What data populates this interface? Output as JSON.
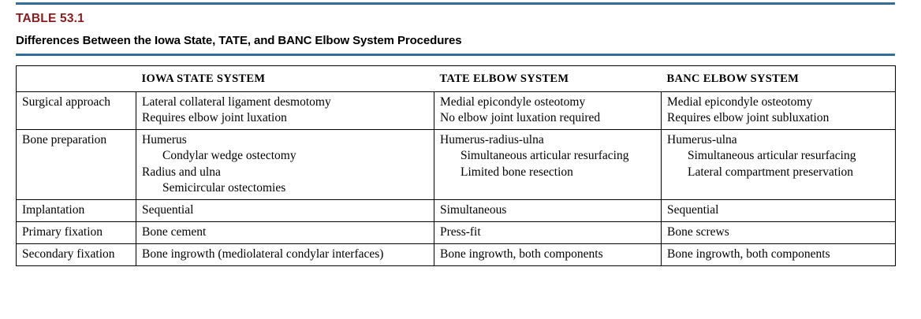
{
  "title": {
    "number": "TABLE 53.1",
    "caption": "Differences Between the Iowa State, TATE, and BANC Elbow System Procedures",
    "rule_color": "#336e99",
    "number_color": "#8e1b1b"
  },
  "table": {
    "headers": {
      "blank": "",
      "iowa": "IOWA STATE SYSTEM",
      "tate": "TATE ELBOW SYSTEM",
      "banc": "BANC ELBOW SYSTEM"
    },
    "rows": [
      {
        "label": "Surgical approach",
        "iowa": [
          "Lateral collateral ligament desmotomy",
          "Requires elbow joint luxation"
        ],
        "iowa_indent": [
          false,
          false
        ],
        "tate": [
          "Medial epicondyle osteotomy",
          "No elbow joint luxation required"
        ],
        "tate_indent": [
          false,
          false
        ],
        "banc": [
          "Medial epicondyle osteotomy",
          "Requires elbow joint subluxation"
        ],
        "banc_indent": [
          false,
          false
        ]
      },
      {
        "label": "Bone preparation",
        "iowa": [
          "Humerus",
          "Condylar wedge ostectomy",
          "Radius and ulna",
          "Semicircular ostectomies"
        ],
        "iowa_indent": [
          false,
          true,
          false,
          true
        ],
        "tate": [
          "Humerus-radius-ulna",
          "Simultaneous articular resurfacing",
          "Limited bone resection"
        ],
        "tate_indent": [
          false,
          true,
          true
        ],
        "banc": [
          "Humerus-ulna",
          "Simultaneous articular resurfacing",
          "Lateral compartment preservation"
        ],
        "banc_indent": [
          false,
          true,
          true
        ]
      },
      {
        "label": "Implantation",
        "iowa": [
          "Sequential"
        ],
        "iowa_indent": [
          false
        ],
        "tate": [
          "Simultaneous"
        ],
        "tate_indent": [
          false
        ],
        "banc": [
          "Sequential"
        ],
        "banc_indent": [
          false
        ]
      },
      {
        "label": "Primary fixation",
        "iowa": [
          "Bone cement"
        ],
        "iowa_indent": [
          false
        ],
        "tate": [
          "Press-fit"
        ],
        "tate_indent": [
          false
        ],
        "banc": [
          "Bone screws"
        ],
        "banc_indent": [
          false
        ]
      },
      {
        "label": "Secondary fixation",
        "iowa": [
          "Bone ingrowth (mediolateral condylar interfaces)"
        ],
        "iowa_indent": [
          false
        ],
        "tate": [
          "Bone ingrowth, both components"
        ],
        "tate_indent": [
          false
        ],
        "banc": [
          "Bone ingrowth, both components"
        ],
        "banc_indent": [
          false
        ]
      }
    ]
  }
}
